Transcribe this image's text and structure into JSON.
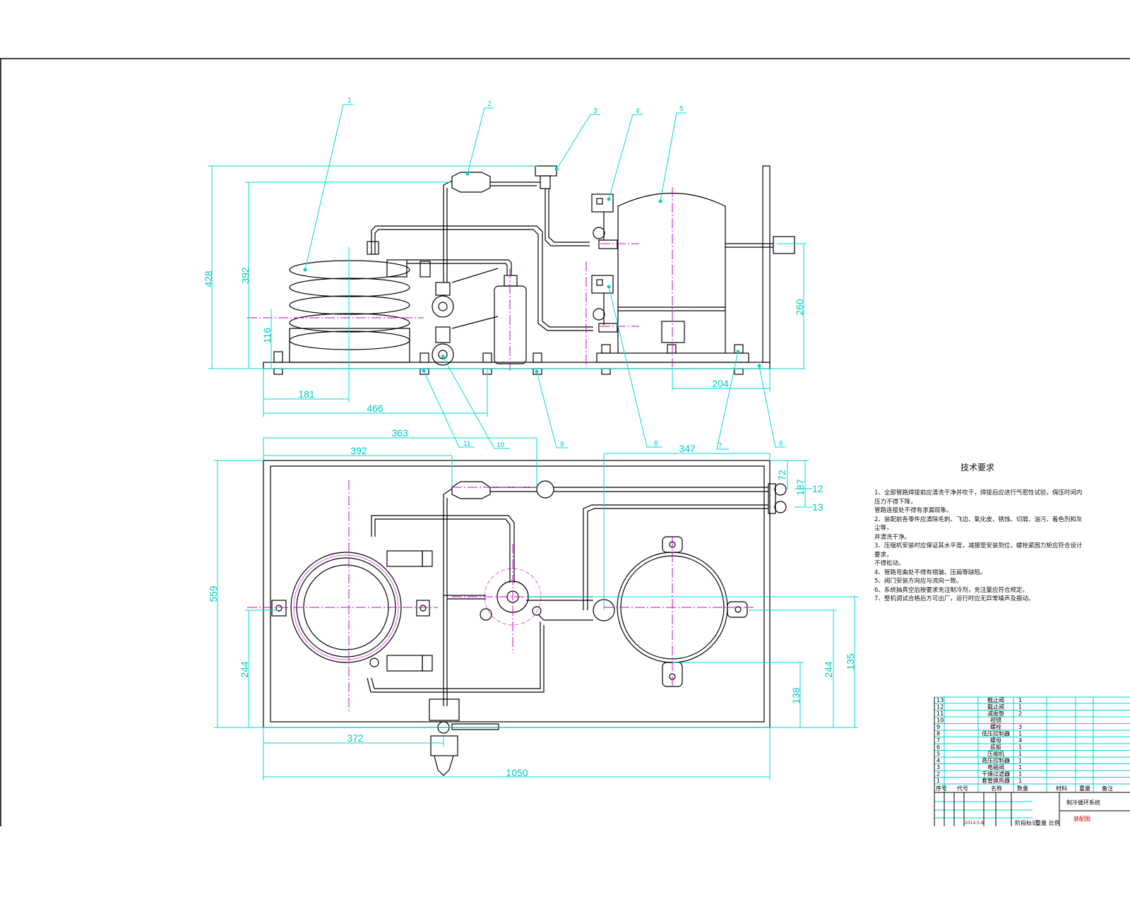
{
  "front_view": {
    "dimensions": [
      "428",
      "392",
      "116",
      "181",
      "466",
      "260",
      "204"
    ]
  },
  "top_view": {
    "dimensions": [
      "363",
      "392",
      "347",
      "72",
      "187",
      "559",
      "244",
      "372",
      "1050",
      "138",
      "244",
      "135"
    ]
  },
  "balloons": [
    "1",
    "2",
    "3",
    "4",
    "5",
    "6",
    "7",
    "8",
    "9",
    "10",
    "11",
    "12",
    "13"
  ],
  "technical_requirements": {
    "title": "技术要求",
    "items": [
      "1、全部管路焊接前应清洗干净并吹干，焊接后应进行气密性试验，保压时间内压力不得下降，",
      "管路连接处不得有渗漏现象。",
      "2、装配前各零件应清除毛刺、飞边、氧化皮、锈蚀、切屑、油污、着色剂和灰尘等，",
      "并清洗干净。",
      "3、压缩机安装时应保证其水平度，减振垫安装到位，螺栓紧固力矩应符合设计要求，",
      "不得松动。",
      "4、管路弯曲处不得有褶皱、压扁等缺陷。",
      "5、阀门安装方向应与流向一致。",
      "6、系统抽真空后按要求充注制冷剂，充注量应符合规定。",
      "7、整机调试合格后方可出厂，运行时应无异常噪声及振动。"
    ]
  },
  "parts_list": {
    "headers": [
      "序号",
      "代号",
      "名称",
      "数量",
      "材料",
      "重量",
      "备注"
    ],
    "rows": [
      {
        "no": "13",
        "name": "截止阀",
        "qty": "1"
      },
      {
        "no": "12",
        "name": "截止阀",
        "qty": "1"
      },
      {
        "no": "11",
        "name": "减振垫",
        "qty": "2"
      },
      {
        "no": "10",
        "name": "视镜",
        "qty": ""
      },
      {
        "no": "9",
        "name": "螺栓",
        "qty": "3"
      },
      {
        "no": "8",
        "name": "低压控制器",
        "qty": "1"
      },
      {
        "no": "7",
        "name": "螺母",
        "qty": "4"
      },
      {
        "no": "6",
        "name": "底板",
        "qty": "1"
      },
      {
        "no": "5",
        "name": "压缩机",
        "qty": "1"
      },
      {
        "no": "4",
        "name": "高压控制器",
        "qty": "1"
      },
      {
        "no": "3",
        "name": "电磁阀",
        "qty": "1"
      },
      {
        "no": "2",
        "name": "干燥过滤器",
        "qty": "1"
      },
      {
        "no": "1",
        "name": "套管换热器",
        "qty": "1"
      }
    ]
  },
  "title_block": {
    "drawing_title": "制冷循环系统",
    "subtitle": "装配图",
    "date": "2014.5.8",
    "scale_label": "阶段标记",
    "weight_label": "重量",
    "ratio_label": "比例"
  }
}
